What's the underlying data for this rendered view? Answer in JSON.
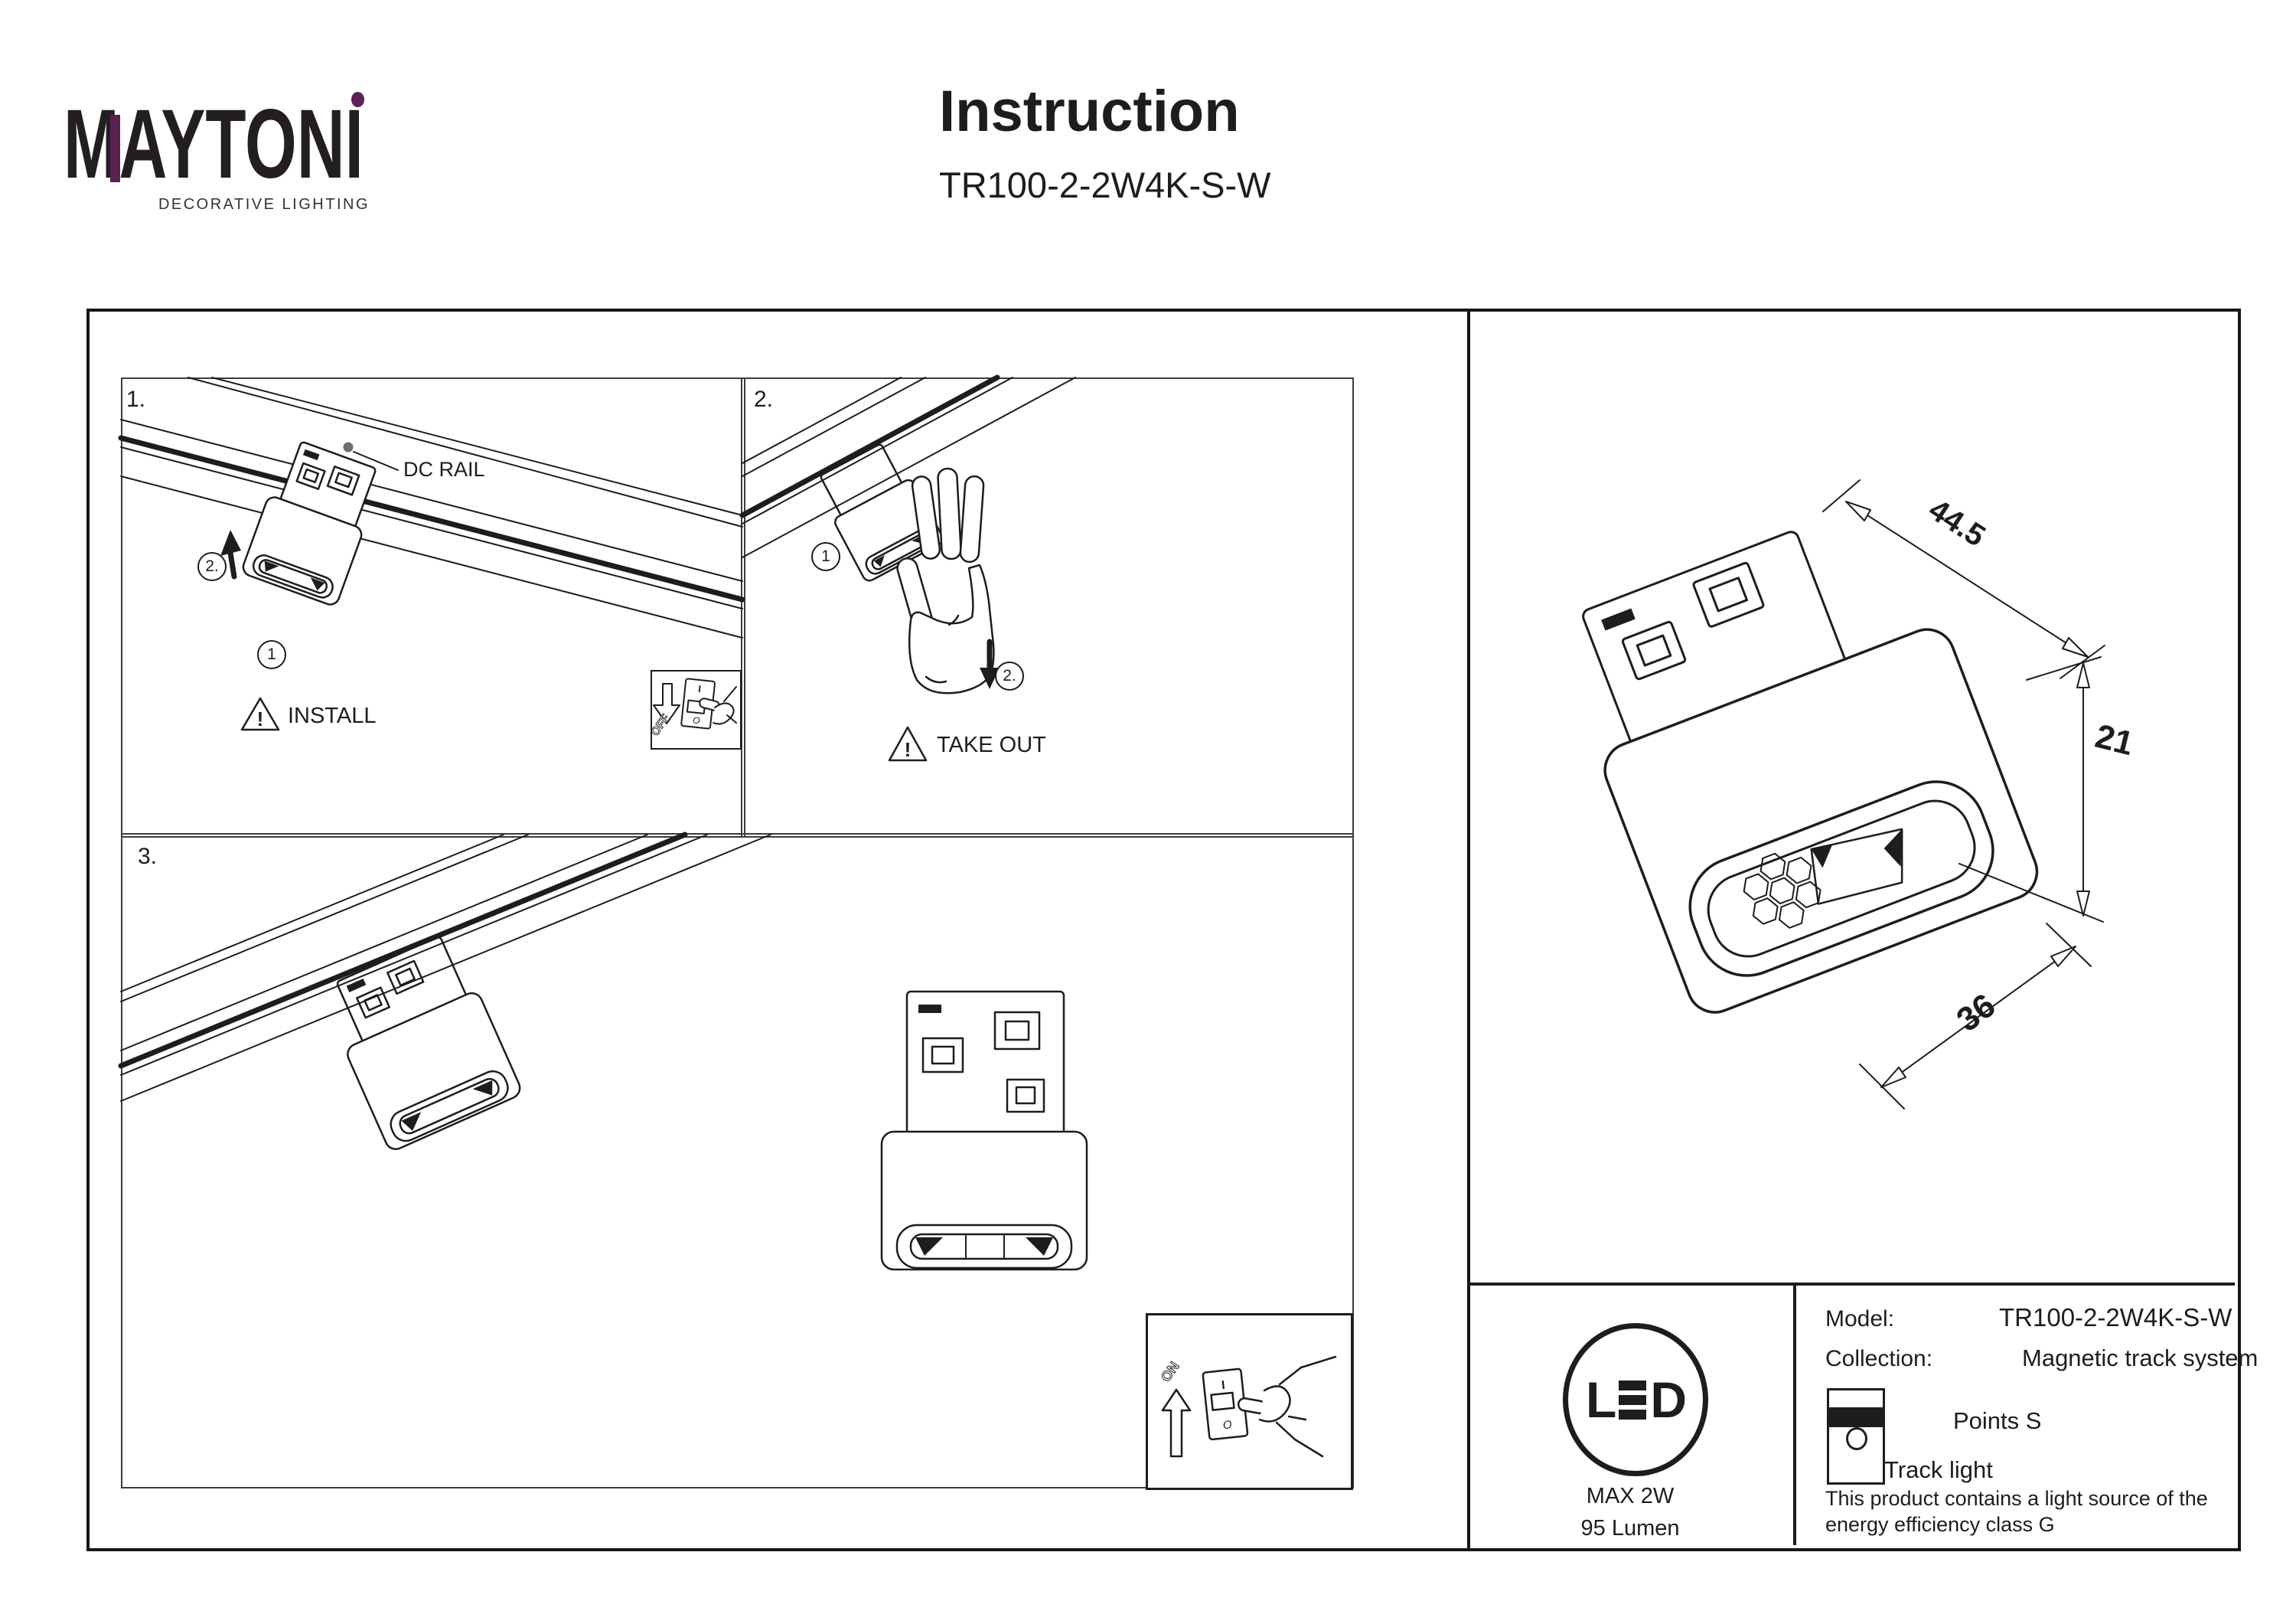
{
  "page": {
    "colors": {
      "ink": "#1d1d1b",
      "accent_purple": "#5a2153",
      "paper": "#ffffff"
    }
  },
  "header": {
    "logo_part1": "M",
    "logo_part2": "AYTON",
    "logo_part3": "I",
    "logo_tagline": "DECORATIVE LIGHTING",
    "title": "Instruction",
    "subtitle": "TR100-2-2W4K-S-W"
  },
  "panels": {
    "warning_mark": "!",
    "switch_on": "I",
    "switch_off": "O",
    "p1": {
      "number": "1.",
      "rail_label": "DC RAIL",
      "step_up": "2.",
      "step_place": "1",
      "warning": "INSTALL",
      "inset_switch_label": "OFF"
    },
    "p2": {
      "number": "2.",
      "step_hold": "1",
      "step_pull": "2.",
      "warning": "TAKE OUT"
    },
    "p3": {
      "number": "3.",
      "inset_switch_label": "ON"
    }
  },
  "dimensions": {
    "width": "44.5",
    "height": "21",
    "depth": "36"
  },
  "spec": {
    "led_l": "L",
    "led_d": "D",
    "max_power": "MAX 2W",
    "luminous_flux": "95 Lumen",
    "model_label": "Model:",
    "model_value": "TR100-2-2W4K-S-W",
    "collection_label": "Collection:",
    "collection_value": "Magnetic track system",
    "series": "Points S",
    "product_type": "Track light",
    "note_line1": "This product contains a light source of the",
    "note_line2": "energy efficiency class G"
  }
}
